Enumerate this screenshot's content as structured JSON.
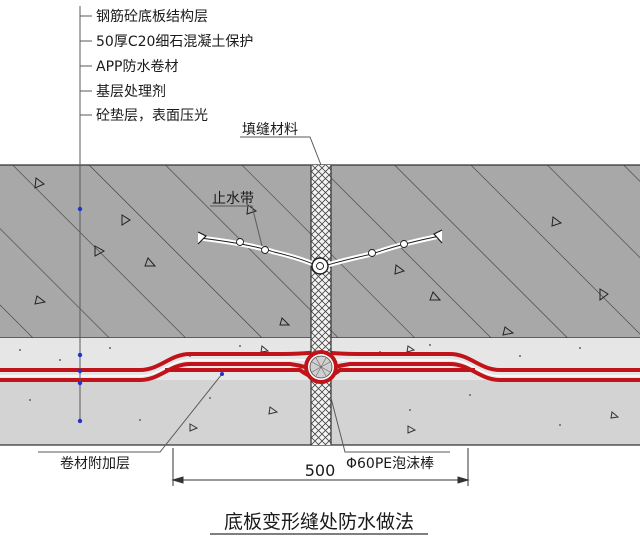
{
  "labels": {
    "layers": [
      "钢筋砼底板结构层",
      "50厚C20细石混凝土保护",
      "APP防水卷材",
      "基层处理剂",
      "砼垫层，表面压光"
    ],
    "filler": "填缝材料",
    "waterstop": "止水带",
    "extra_membrane": "卷材附加层",
    "foam_rod": "Φ60PE泡沫棒",
    "dimension": "500",
    "title": "底板变形缝处防水做法"
  },
  "colors": {
    "concrete_fill": "#a8a8a8",
    "screed_fill": "#e6e6e6",
    "membrane": "#c0141a",
    "hatch": "#3a3a3a",
    "leader": "#5a5a5a",
    "dot": "#2233cc"
  }
}
